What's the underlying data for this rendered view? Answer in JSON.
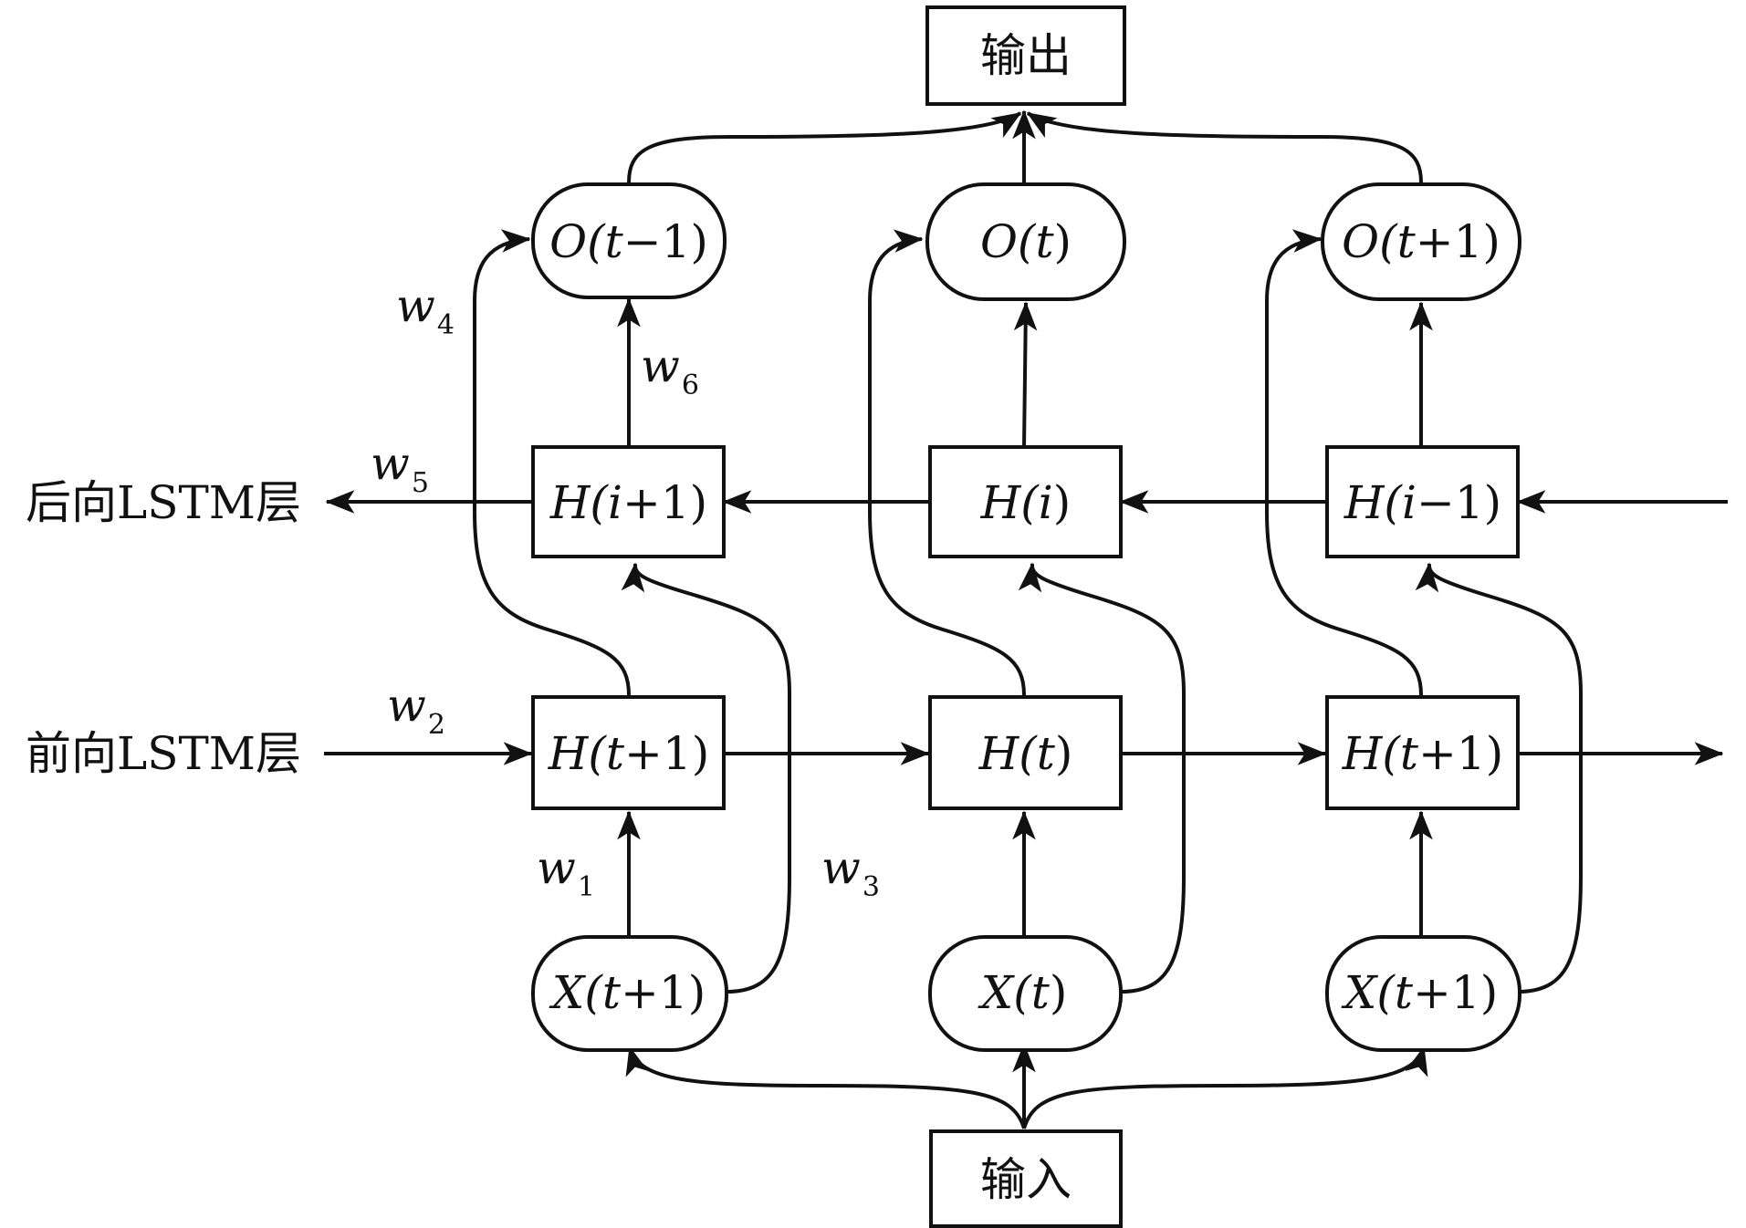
{
  "output_label": "输出",
  "input_label": "输入",
  "backward_layer_label": "后向LSTM层",
  "forward_layer_label": "前向LSTM层",
  "outputs": [
    {
      "pre": "O(",
      "var": "t",
      "post": "−1)"
    },
    {
      "pre": "O(",
      "var": "t",
      "post": ")"
    },
    {
      "pre": "O(",
      "var": "t",
      "post": "+1)"
    }
  ],
  "backward_states": [
    {
      "pre": "H(",
      "var": "i",
      "post": "+1)"
    },
    {
      "pre": "H(",
      "var": "i",
      "post": ")"
    },
    {
      "pre": "H(",
      "var": "i",
      "post": "−1)"
    }
  ],
  "forward_states": [
    {
      "pre": "H(",
      "var": "t",
      "post": "+1)"
    },
    {
      "pre": "H(",
      "var": "t",
      "post": ")"
    },
    {
      "pre": "H(",
      "var": "t",
      "post": "+1)"
    }
  ],
  "inputs": [
    {
      "pre": "X(",
      "var": "t",
      "post": "+1)"
    },
    {
      "pre": "X(",
      "var": "t",
      "post": ")"
    },
    {
      "pre": "X(",
      "var": "t",
      "post": "+1)"
    }
  ],
  "weights": [
    {
      "sym": "w",
      "idx": "1"
    },
    {
      "sym": "w",
      "idx": "2"
    },
    {
      "sym": "w",
      "idx": "3"
    },
    {
      "sym": "w",
      "idx": "4"
    },
    {
      "sym": "w",
      "idx": "5"
    },
    {
      "sym": "w",
      "idx": "6"
    }
  ]
}
